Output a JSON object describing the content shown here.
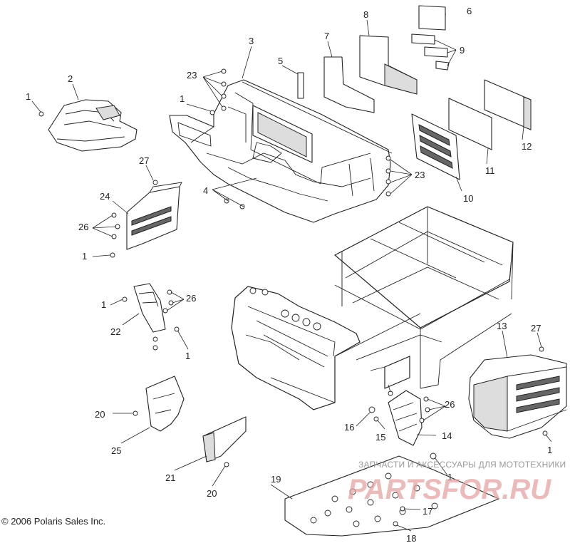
{
  "callouts": {
    "c1a": "1",
    "c2": "2",
    "c3": "3",
    "c23a": "23",
    "c1b": "1",
    "c5": "5",
    "c7": "7",
    "c8": "8",
    "c6": "6",
    "c9": "9",
    "c12": "12",
    "c11": "11",
    "c10": "10",
    "c23b": "23",
    "c4": "4",
    "c27a": "27",
    "c24": "24",
    "c26a": "26",
    "c1c": "1",
    "c1d": "1",
    "c26b": "26",
    "c22": "22",
    "c1e": "1",
    "c13": "13",
    "c27b": "27",
    "c20a": "20",
    "c25": "25",
    "c21": "21",
    "c20b": "20",
    "c16": "16",
    "c15": "15",
    "c14": "14",
    "c26c": "26",
    "c1f": "1",
    "c1g": "1",
    "c19": "19",
    "c17": "17",
    "c18": "18"
  },
  "watermark": {
    "tagline": "ЗАПЧАСТИ И АКСЕССУАРЫ ДЛЯ МОТОТЕХНИКИ",
    "brand": "PARTSFOR.RU"
  },
  "copyright": "© 2006 Polaris Sales Inc."
}
